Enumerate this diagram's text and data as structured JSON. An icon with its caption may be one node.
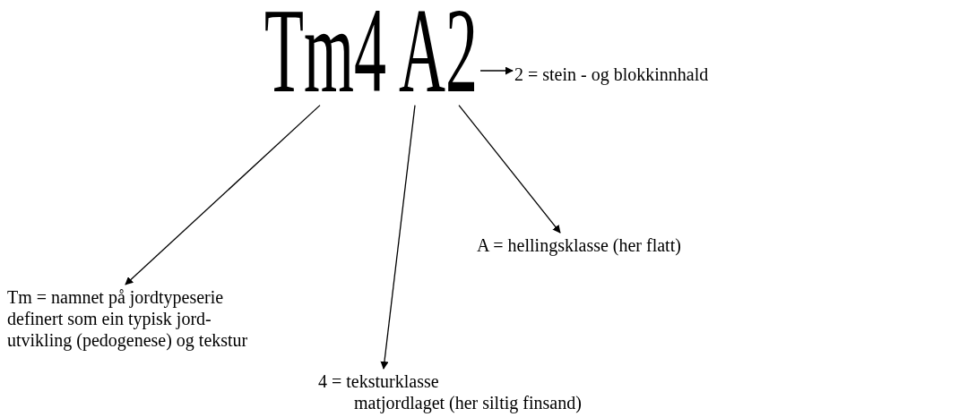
{
  "diagram": {
    "nodes": [
      {
        "text": [
          "Tm4 A2"
        ]
      },
      {
        "text": [
          "2 = stein - og blokkinnhald"
        ]
      },
      {
        "text": [
          "Tm = namnet på jordtypeserie definert som ein typisk jord- utvikling (pedogenese) og tekstur"
        ]
      },
      {
        "text": [
          "4 = teksturklasse",
          "matjordlaget (her siltig finsand)"
        ]
      },
      {
        "text": [
          "A = hellingsklasse (her flatt)"
        ]
      }
    ],
    "edges": [
      {
        "from": 0,
        "to": 1,
        "arrow": "to"
      },
      {
        "from": 0,
        "to": 2,
        "arrow": "to"
      },
      {
        "from": 0,
        "to": 3,
        "arrow": "to"
      },
      {
        "from": 0,
        "to": 4,
        "arrow": "to"
      }
    ]
  }
}
